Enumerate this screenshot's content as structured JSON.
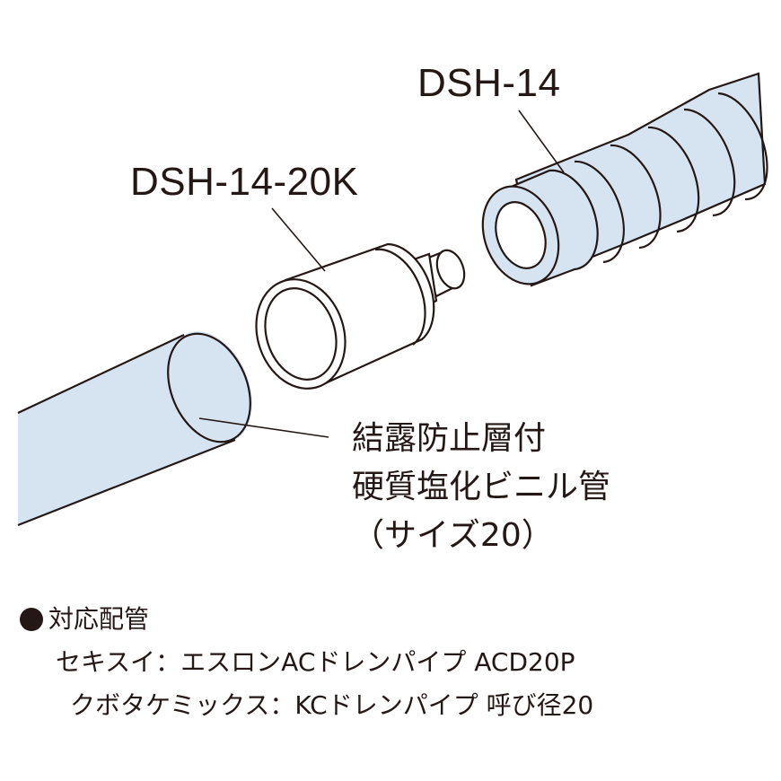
{
  "labels": {
    "drain_hose": "DSH-14",
    "adapter": "DSH-14-20K"
  },
  "pipe_description": {
    "line1": "結露防止層付",
    "line2": "硬質塩化ビニル管",
    "line3": "（サイズ20）"
  },
  "compatible_pipes": {
    "heading": "対応配管",
    "items": [
      "セキスイ：エスロンACドレンパイプ ACD20P",
      "クボタケミックス：KCドレンパイプ 呼び径20"
    ]
  },
  "colors": {
    "pipe_fill": "#d6e4f2",
    "adapter_fill": "#ffffff",
    "stroke": "#231815"
  }
}
